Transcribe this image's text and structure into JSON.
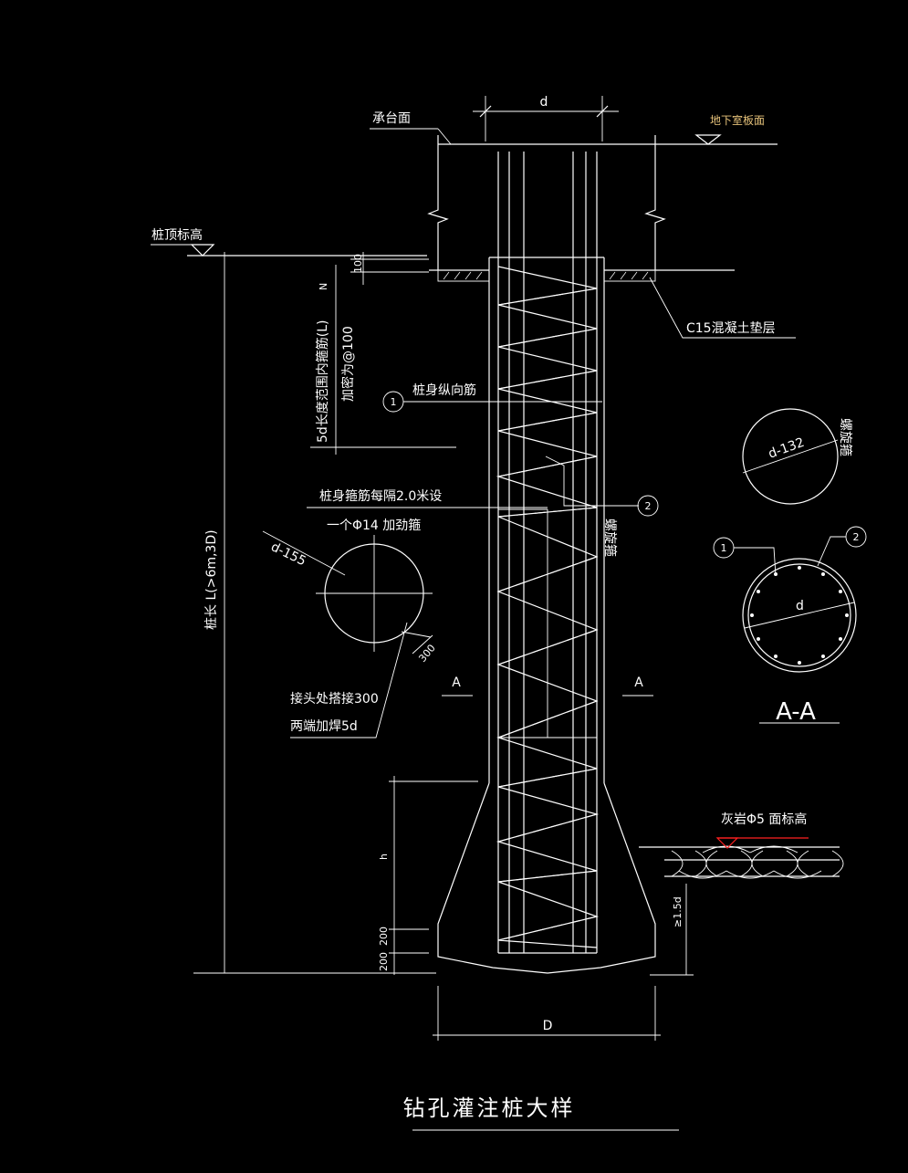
{
  "title": "钻孔灌注桩大样",
  "section_title": "A-A",
  "labels": {
    "d_top": "d",
    "cap_top": "承台面",
    "basement_slab": "地下室板面",
    "pile_top_elev": "桩顶标高",
    "dim_100": "100",
    "n": "N",
    "c15_pad": "C15混凝土垫层",
    "stirrup_dense_1": "5d长度范围内箍筋(L)",
    "stirrup_dense_2": "加密为@100",
    "long_rebar": "桩身纵向筋",
    "callout_1": "1",
    "callout_2": "2",
    "stiffener_1": "桩身箍筋每隔2.0米设",
    "stiffener_2": "一个Φ14 加劲箍",
    "spiral_stirrup": "螺旋箍",
    "ring_dim": "d-155",
    "lap_300": "300",
    "weld_1": "接头处搭接300",
    "weld_2": "两端加焊5d",
    "pile_length": "桩长 L(>6m,3D)",
    "section_mark": "A",
    "dim_h": "h",
    "dim_200a": "200",
    "dim_200b": "200",
    "rock_elev": "灰岩Φ5  面标高",
    "dim_15d": "≥1.5d",
    "dim_D": "D",
    "spiral_ring_dim": "d-132",
    "spiral_ring_label": "螺旋箍",
    "section_d": "d"
  },
  "colors": {
    "line": "#ffffff",
    "basement_text": "#e6c27a",
    "rock_marker": "#ff2020"
  }
}
